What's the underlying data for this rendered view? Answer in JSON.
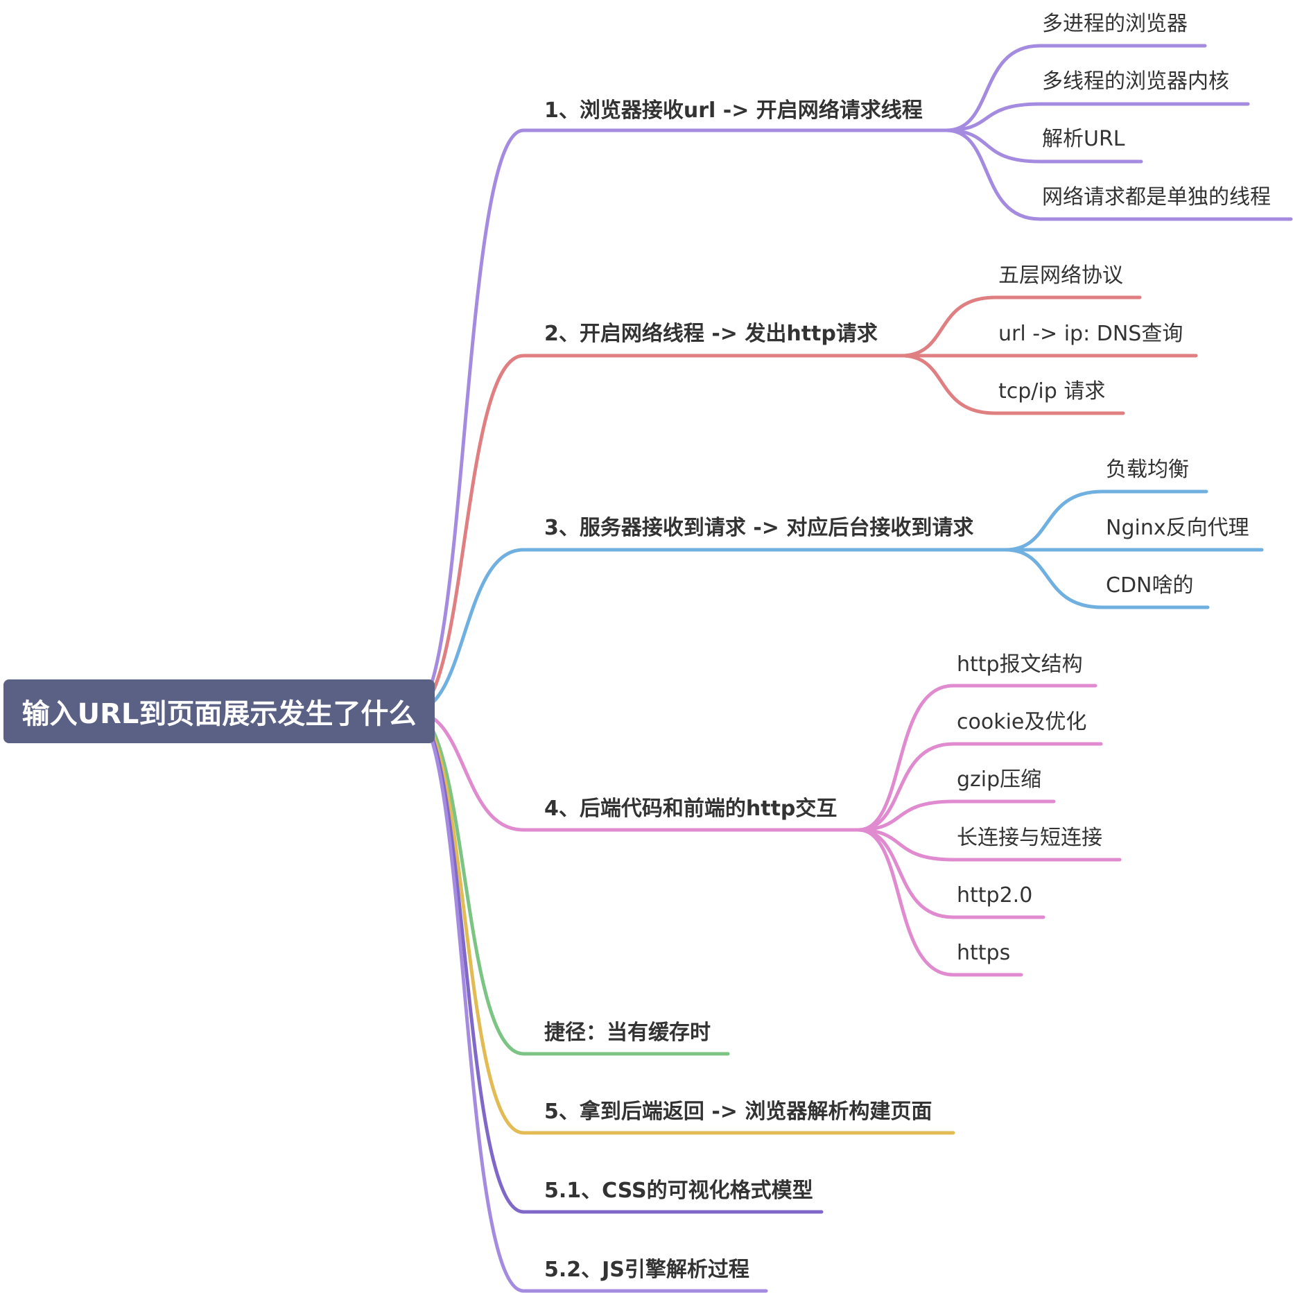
{
  "root": {
    "label": "输入URL到页面展示发生了什么"
  },
  "branches": [
    {
      "label": "1、浏览器接收url -> 开启网络请求线程",
      "color": "#a58be0",
      "children": [
        "多进程的浏览器",
        "多线程的浏览器内核",
        "解析URL",
        "网络请求都是单独的线程"
      ]
    },
    {
      "label": "2、开启网络线程 -> 发出http请求",
      "color": "#e07f82",
      "children": [
        "五层网络协议",
        "url -> ip: DNS查询",
        "tcp/ip 请求"
      ]
    },
    {
      "label": "3、服务器接收到请求 -> 对应后台接收到请求",
      "color": "#6fb0e0",
      "children": [
        "负载均衡",
        "Nginx反向代理",
        "CDN啥的"
      ]
    },
    {
      "label": "4、后端代码和前端的http交互",
      "color": "#e08ad0",
      "children": [
        "http报文结构",
        "cookie及优化",
        "gzip压缩",
        "长连接与短连接",
        "http2.0",
        "https"
      ]
    },
    {
      "label": "捷径：当有缓存时",
      "color": "#7cc484",
      "children": []
    },
    {
      "label": "5、拿到后端返回 -> 浏览器解析构建页面",
      "color": "#e2bb55",
      "children": []
    },
    {
      "label": "5.1、CSS的可视化格式模型",
      "color": "#8068c8",
      "children": []
    },
    {
      "label": "5.2、JS引擎解析过程",
      "color": "#a58be0",
      "children": []
    }
  ]
}
